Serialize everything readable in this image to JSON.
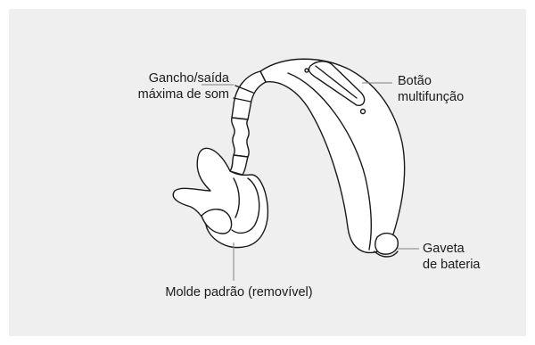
{
  "labels": {
    "hook": "Gancho/saída\nmáxima de som",
    "multifunction_button": "Botão\nmultifunção",
    "battery_drawer": "Gaveta\nde bateria",
    "earmold": "Molde padrão (removível)"
  },
  "colors": {
    "panel_background": "#efefef",
    "device_fill": "#ffffff",
    "outline": "#1a1a1a",
    "leader_line": "#808080"
  }
}
